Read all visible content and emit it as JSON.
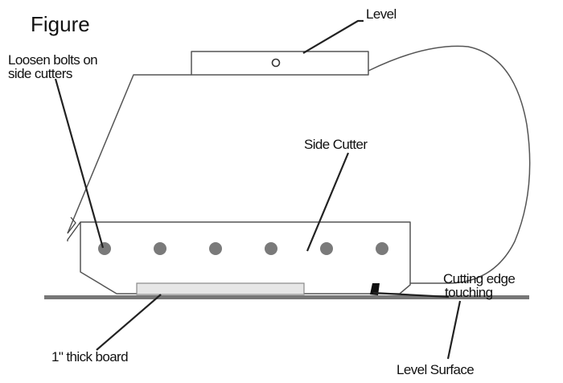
{
  "figure": {
    "title": "Figure"
  },
  "labels": {
    "level": "Level",
    "loosen_bolts_line1": "Loosen bolts on",
    "loosen_bolts_line2": "side cutters",
    "side_cutter": "Side Cutter",
    "cutting_edge_line1": "Cutting edge",
    "cutting_edge_line2": "touching",
    "board": "1\" thick board",
    "level_surface": "Level Surface"
  },
  "colors": {
    "outline": "#555555",
    "bolt": "#7a7a7a",
    "board_fill": "#e6e6e6",
    "surface": "#777777"
  },
  "bolt_count": 6
}
